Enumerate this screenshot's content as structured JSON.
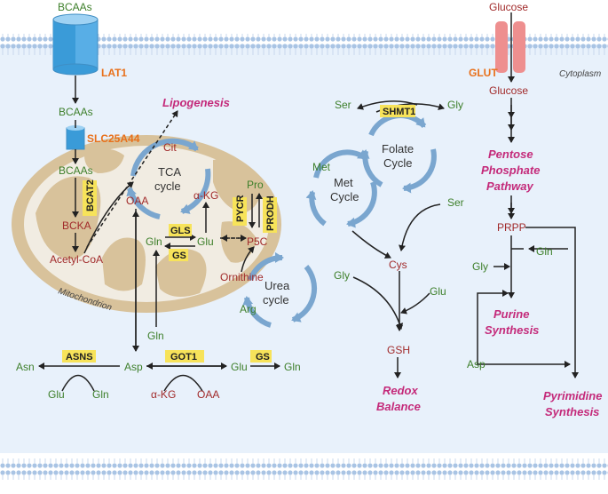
{
  "colors": {
    "background": "#e8f1fb",
    "membrane": "#a9c4e4",
    "mitochondrion": "#d8c29b",
    "metabolite_green": "#3d7f2a",
    "metabolite_red": "#a12a2a",
    "enzyme_box": "#f7e35a",
    "transporter_label": "#e8701a",
    "pathway_magenta": "#c42a7a",
    "cycle_arrow": "#7aa6cf",
    "glut": "#ee8f8f",
    "lat1": "#58aee6"
  },
  "labels": {
    "bcaas_out": "BCAAs",
    "lat1": "LAT1",
    "bcaas_cyto": "BCAAs",
    "slc25a44": "SLC25A44",
    "bcaas_mito": "BCAAs",
    "bcat2": "BCAT2",
    "bcka": "BCKA",
    "acetyl_coa": "Acetyl-CoA",
    "lipogenesis": "Lipogenesis",
    "cit": "Cit",
    "tca_cycle_1": "TCA",
    "tca_cycle_2": "cycle",
    "oaa_mito": "OAA",
    "akg_mito": "α-KG",
    "pro": "Pro",
    "pycr": "PYCR",
    "prodh": "PRODH",
    "gln_mito": "Gln",
    "gls": "GLS",
    "glu_mito": "Glu",
    "gs_mito": "GS",
    "p5c": "P5C",
    "ornithine": "Ornithine",
    "urea_cycle_1": "Urea",
    "urea_cycle_2": "cycle",
    "arg": "Arg",
    "mitochondrion": "Mitochondrion",
    "gln_cyto": "Gln",
    "asn": "Asn",
    "asns": "ASNS",
    "asp": "Asp",
    "glu_asns": "Glu",
    "gln_asns": "Gln",
    "got1": "GOT1",
    "akg_cyto": "α-KG",
    "oaa_cyto": "OAA",
    "glu_cyto": "Glu",
    "gs_cyto": "GS",
    "gln_gs": "Gln",
    "ser_top": "Ser",
    "shmt1": "SHMT1",
    "gly_top": "Gly",
    "folate_1": "Folate",
    "folate_2": "Cycle",
    "met": "Met",
    "met_cycle_1": "Met",
    "met_cycle_2": "Cycle",
    "ser_right": "Ser",
    "cys": "Cys",
    "gly_gsh": "Gly",
    "glu_gsh": "Glu",
    "gsh": "GSH",
    "redox_1": "Redox",
    "redox_2": "Balance",
    "glucose_out": "Glucose",
    "glut": "GLUT",
    "glucose_in": "Glucose",
    "cytoplasm": "Cytoplasm",
    "ppp_1": "Pentose",
    "ppp_2": "Phosphate",
    "ppp_3": "Pathway",
    "prpp": "PRPP",
    "gln_prpp": "Gln",
    "gly_purine": "Gly",
    "purine_1": "Purine",
    "purine_2": "Synthesis",
    "asp_right": "Asp",
    "pyrimidine_1": "Pyrimidine",
    "pyrimidine_2": "Synthesis"
  }
}
